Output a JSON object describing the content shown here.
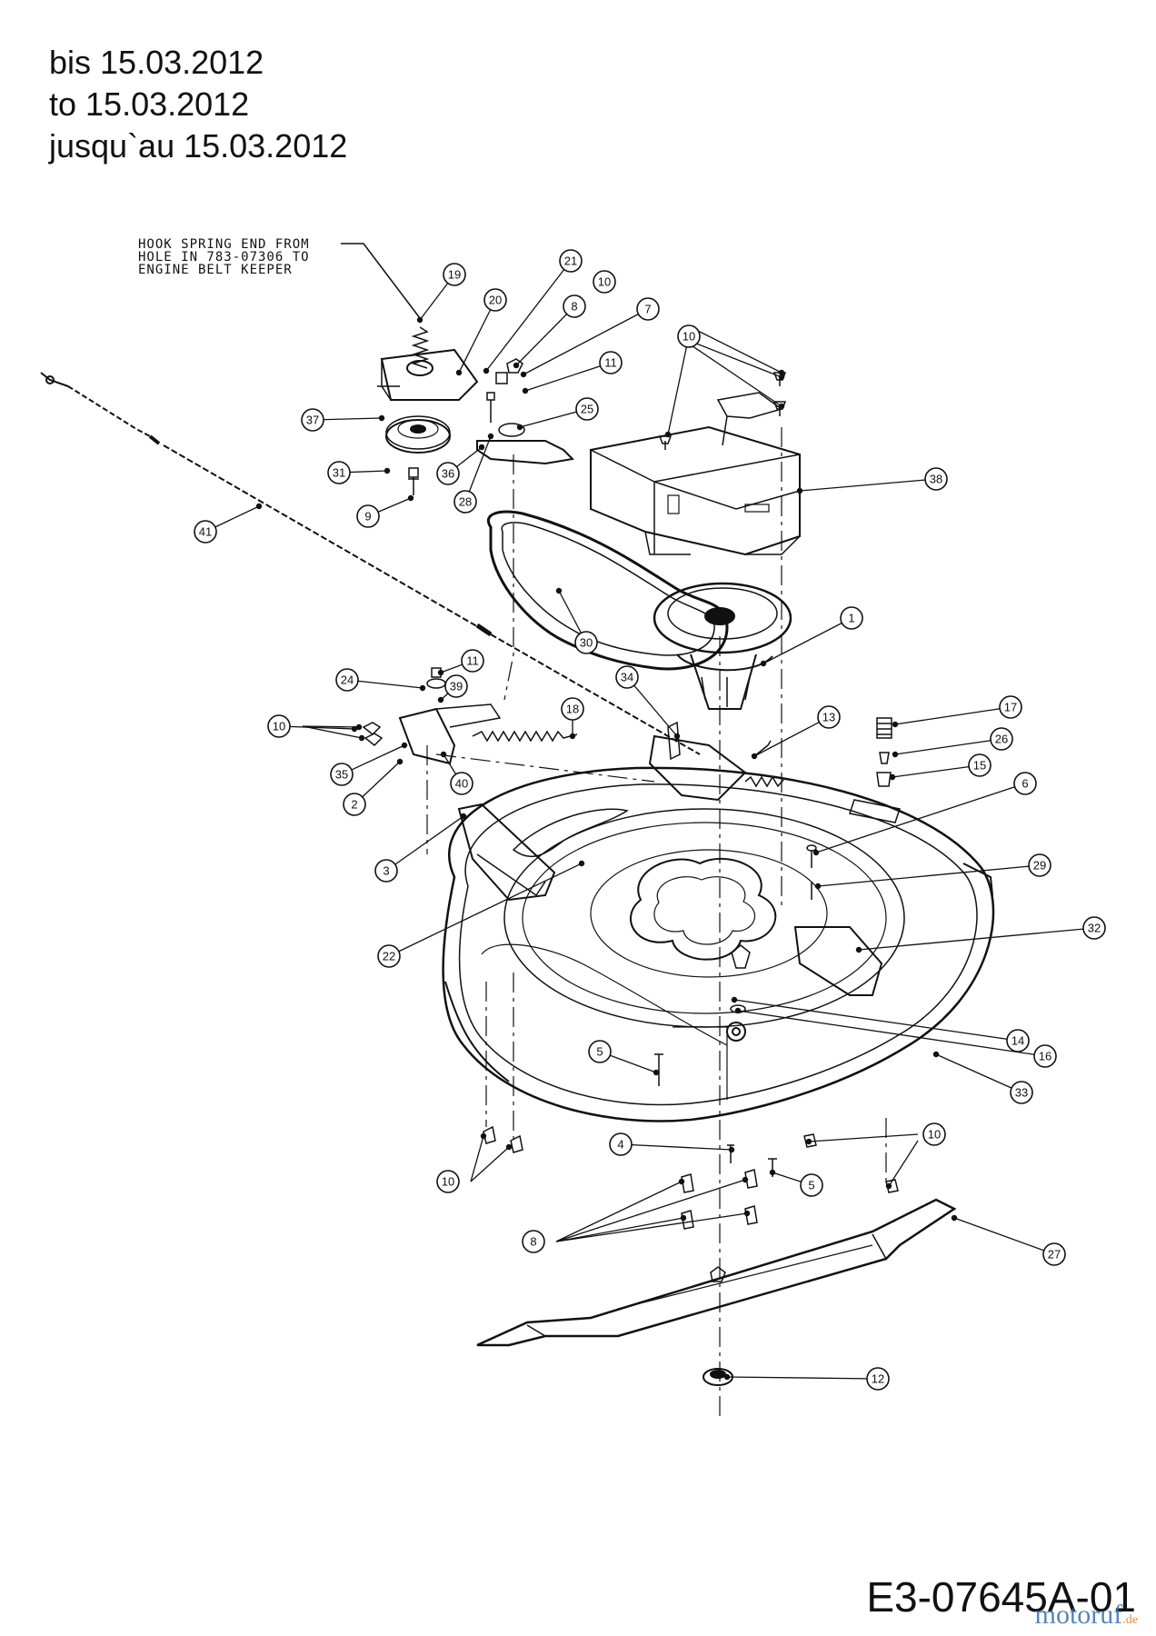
{
  "header": {
    "line_de": "bis 15.03.2012",
    "line_en": "to 15.03.2012",
    "line_fr": "jusqu`au 15.03.2012"
  },
  "note": {
    "line1": "HOOK SPRING END FROM",
    "line2": "HOLE IN 783-07306 TO",
    "line3": "ENGINE BELT KEEPER"
  },
  "callouts": [
    {
      "id": "c19a",
      "label": "19"
    },
    {
      "id": "c20",
      "label": "20"
    },
    {
      "id": "c21",
      "label": "21"
    },
    {
      "id": "c10a",
      "label": "10"
    },
    {
      "id": "c8a",
      "label": "8"
    },
    {
      "id": "c7",
      "label": "7"
    },
    {
      "id": "c11a",
      "label": "11"
    },
    {
      "id": "c25",
      "label": "25"
    },
    {
      "id": "c37",
      "label": "37"
    },
    {
      "id": "c31",
      "label": "31"
    },
    {
      "id": "c36",
      "label": "36"
    },
    {
      "id": "c28",
      "label": "28"
    },
    {
      "id": "c9",
      "label": "9"
    },
    {
      "id": "c41",
      "label": "41"
    },
    {
      "id": "c10b",
      "label": "10"
    },
    {
      "id": "c38",
      "label": "38"
    },
    {
      "id": "c1",
      "label": "1"
    },
    {
      "id": "c30",
      "label": "30"
    },
    {
      "id": "c34",
      "label": "34"
    },
    {
      "id": "c11b",
      "label": "11"
    },
    {
      "id": "c24",
      "label": "24"
    },
    {
      "id": "c39",
      "label": "39"
    },
    {
      "id": "c10c",
      "label": "10"
    },
    {
      "id": "c18",
      "label": "18"
    },
    {
      "id": "c35",
      "label": "35"
    },
    {
      "id": "c40",
      "label": "40"
    },
    {
      "id": "c2",
      "label": "2"
    },
    {
      "id": "c13",
      "label": "13"
    },
    {
      "id": "c17",
      "label": "17"
    },
    {
      "id": "c26",
      "label": "26"
    },
    {
      "id": "c15",
      "label": "15"
    },
    {
      "id": "c6",
      "label": "6"
    },
    {
      "id": "c3",
      "label": "3"
    },
    {
      "id": "c29",
      "label": "29"
    },
    {
      "id": "c22",
      "label": "22"
    },
    {
      "id": "c32",
      "label": "32"
    },
    {
      "id": "c14",
      "label": "14"
    },
    {
      "id": "c16",
      "label": "16"
    },
    {
      "id": "c5a",
      "label": "5"
    },
    {
      "id": "c33",
      "label": "33"
    },
    {
      "id": "c4",
      "label": "4"
    },
    {
      "id": "c5b",
      "label": "5"
    },
    {
      "id": "c10d",
      "label": "10"
    },
    {
      "id": "c10e",
      "label": "10"
    },
    {
      "id": "c8b",
      "label": "8"
    },
    {
      "id": "c27",
      "label": "27"
    },
    {
      "id": "c12",
      "label": "12"
    }
  ],
  "drawing_code": "E3-07645A-01",
  "watermark": {
    "brand": "motoruf",
    "tld": ".de"
  }
}
